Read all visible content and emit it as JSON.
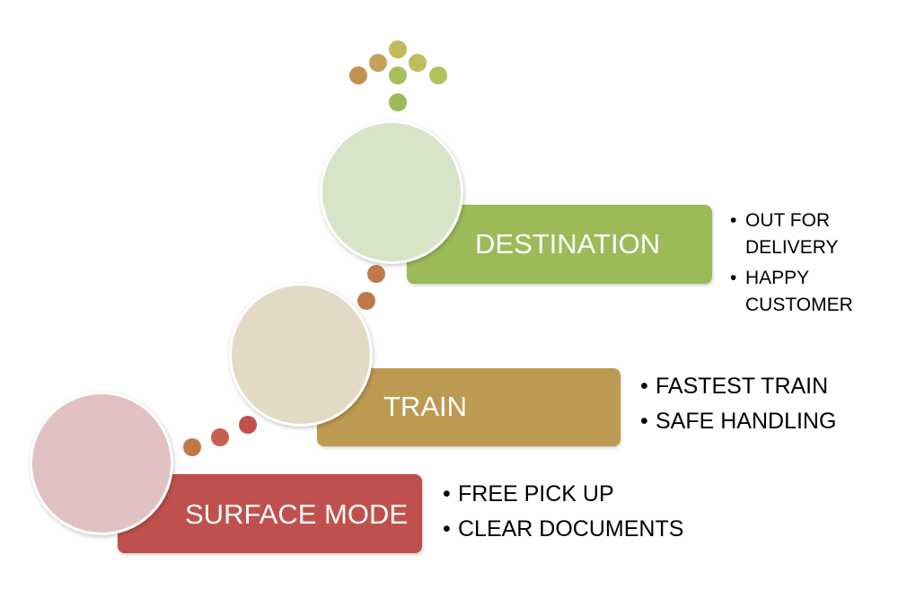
{
  "colors": {
    "surface_bar": "#c0504d",
    "surface_circle": "#e2c1c3",
    "train_bar": "#bd9a52",
    "train_circle": "#e3dac6",
    "destination_bar": "#9bbb59",
    "destination_circle": "#d8e4c8",
    "connector_dot_red": "#c0504d",
    "connector_dot_brown": "#c0784a"
  },
  "steps": [
    {
      "label": "SURFACE MODE",
      "bullets": [
        "FREE PICK UP",
        "CLEAR DOCUMENTS"
      ]
    },
    {
      "label": "TRAIN",
      "bullets": [
        "FASTEST TRAIN",
        "SAFE HANDLING"
      ]
    },
    {
      "label": "DESTINATION",
      "bullets": [
        "OUT FOR DELIVERY",
        "HAPPY CUSTOMER"
      ]
    }
  ],
  "icons": {
    "arrow": "up-arrow-dots-icon"
  }
}
